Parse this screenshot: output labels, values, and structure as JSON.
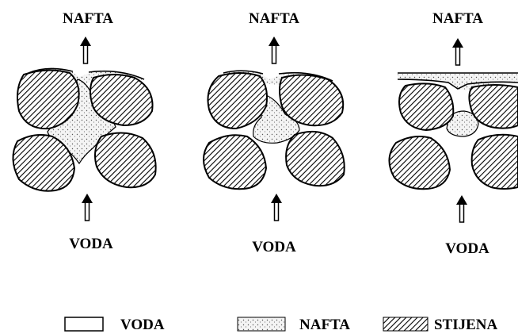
{
  "panels": [
    {
      "top_label": "NAFTA",
      "bottom_label": "VODA"
    },
    {
      "top_label": "NAFTA",
      "bottom_label": "VODA"
    },
    {
      "top_label": "NAFTA",
      "bottom_label": "VODA"
    }
  ],
  "legend": [
    {
      "label": "VODA",
      "swatch": "water"
    },
    {
      "label": "NAFTA",
      "swatch": "oil"
    },
    {
      "label": "STIJENA",
      "swatch": "rock"
    }
  ],
  "colors": {
    "ink": "#000000",
    "background": "#ffffff"
  }
}
